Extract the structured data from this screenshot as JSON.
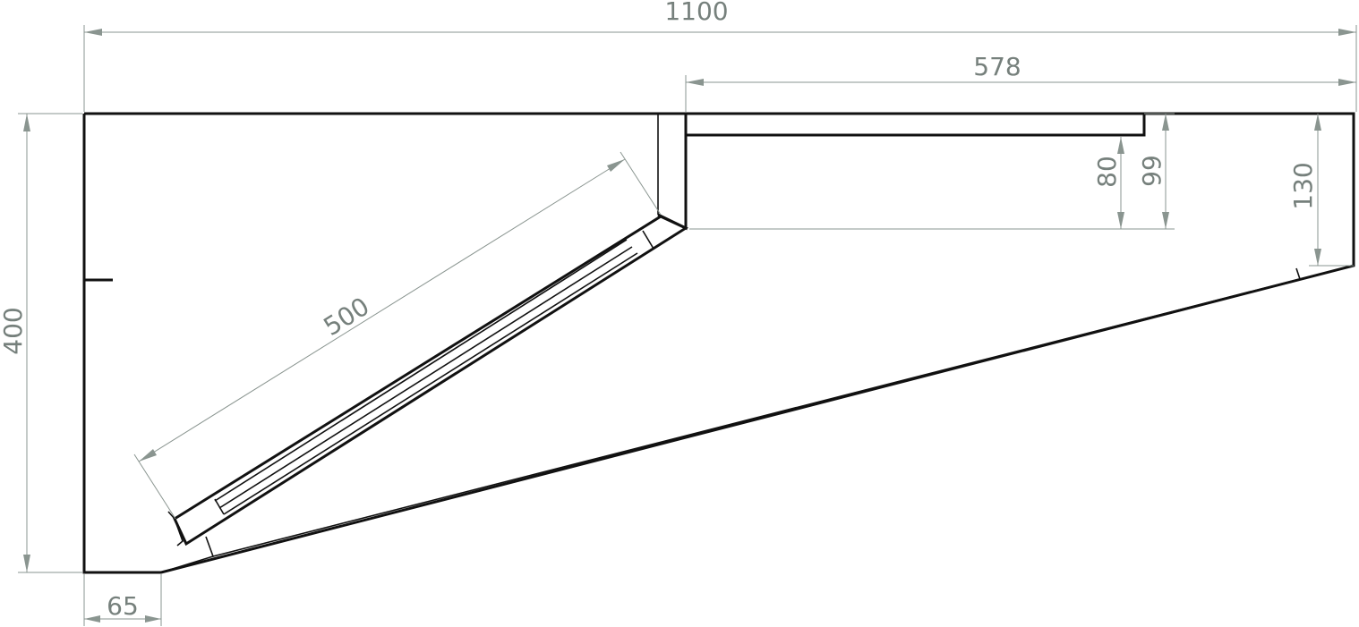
{
  "dimensions": {
    "total_width": "1100",
    "upper_width": "578",
    "height": "400",
    "depth_80": "80",
    "depth_99": "99",
    "depth_130": "130",
    "filter_length": "500",
    "base_offset": "65"
  },
  "colors": {
    "outline": "#111111",
    "dimension": "#8a9590",
    "dimension_text": "#76807c",
    "background": "#ffffff"
  }
}
